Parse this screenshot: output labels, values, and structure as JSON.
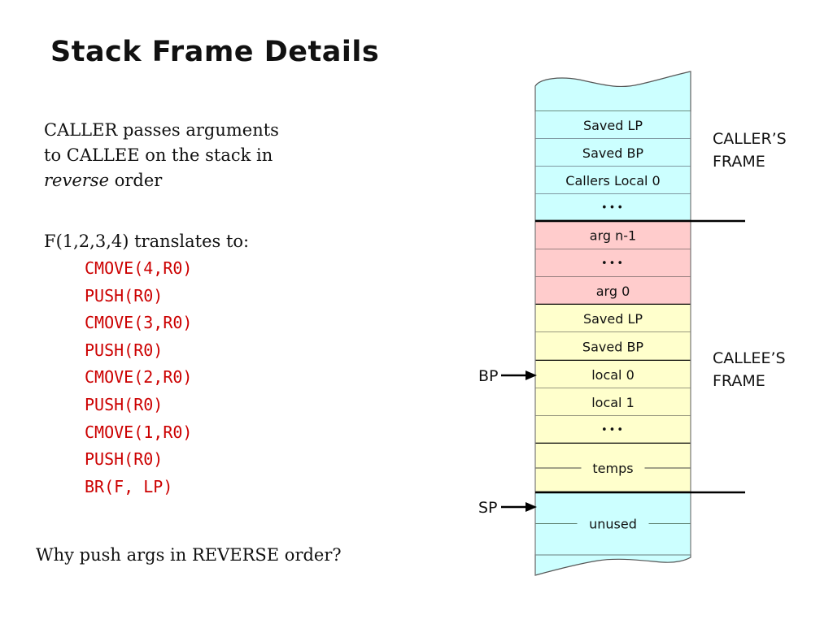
{
  "slide": {
    "title": "Stack Frame Details",
    "intro": {
      "line1": "CALLER passes arguments",
      "line2": "to CALLEE on the stack in",
      "line3_emph": "reverse",
      "line3_rest": " order"
    },
    "translation_label": "F(1,2,3,4) translates to:",
    "code_lines": [
      "CMOVE(4,R0)",
      "PUSH(R0)",
      "CMOVE(3,R0)",
      "PUSH(R0)",
      "CMOVE(2,R0)",
      "PUSH(R0)",
      "CMOVE(1,R0)",
      "PUSH(R0)",
      "BR(F, LP)"
    ],
    "question": "Why push args in REVERSE order?"
  },
  "diagram": {
    "colors": {
      "caller": "#ccffff",
      "args": "#ffcccc",
      "callee": "#ffffcc",
      "unused": "#ccffff",
      "code": "#cc0000"
    },
    "cells": [
      {
        "label": "Saved LP",
        "region": "caller"
      },
      {
        "label": "Saved BP",
        "region": "caller"
      },
      {
        "label": "Callers Local 0",
        "region": "caller"
      },
      {
        "label": "•••",
        "region": "caller"
      },
      {
        "label": "arg n-1",
        "region": "args"
      },
      {
        "label": "•••",
        "region": "args"
      },
      {
        "label": "arg 0",
        "region": "args"
      },
      {
        "label": "Saved LP",
        "region": "callee"
      },
      {
        "label": "Saved BP",
        "region": "callee"
      },
      {
        "label": "local 0",
        "region": "callee"
      },
      {
        "label": "local 1",
        "region": "callee"
      },
      {
        "label": "•••",
        "region": "callee"
      },
      {
        "label": "temps",
        "region": "callee-open"
      },
      {
        "label": "unused",
        "region": "unused-open"
      }
    ],
    "frame_labels": {
      "caller_line1": "CALLER’S",
      "caller_line2": "FRAME",
      "callee_line1": "CALLEE’S",
      "callee_line2": "FRAME"
    },
    "pointers": {
      "bp": "BP",
      "sp": "SP"
    }
  }
}
